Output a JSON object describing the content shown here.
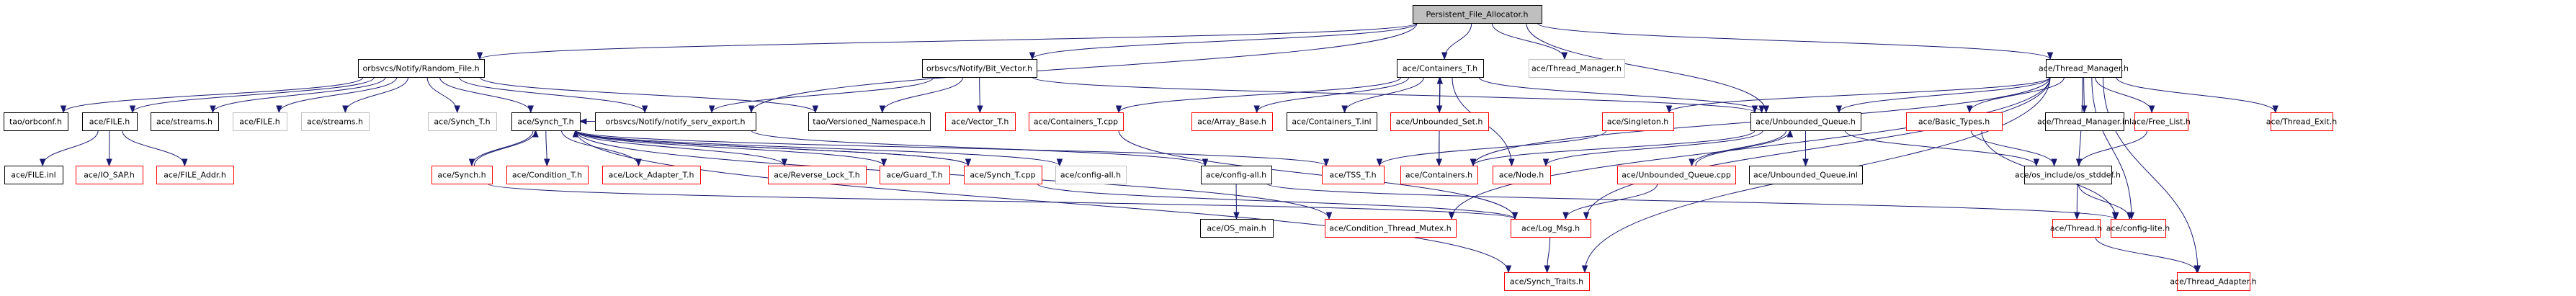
{
  "title": "Persistent_File_Allocator.h",
  "colors": {
    "edge": "#191970",
    "documented_border": "#000000",
    "truncated_border": "#ff0000",
    "undocumented_border": "#bfbfbf",
    "root_fill": "#bfbfbf"
  },
  "nodes": [
    {
      "id": "root",
      "label": "Persistent_File_Allocator.h",
      "kind": "root"
    },
    {
      "id": "random_file",
      "label": "orbsvcs/Notify/Random_File.h",
      "kind": "black"
    },
    {
      "id": "bit_vector",
      "label": "orbsvcs/Notify/Bit_Vector.h",
      "kind": "black"
    },
    {
      "id": "containers_t_h",
      "label": "ace/Containers_T.h",
      "kind": "black"
    },
    {
      "id": "thread_manager_gray",
      "label": "ace/Thread_Manager.h",
      "kind": "gray"
    },
    {
      "id": "thread_manager",
      "label": "ace/Thread_Manager.h",
      "kind": "black"
    },
    {
      "id": "orbconf",
      "label": "tao/orbconf.h",
      "kind": "black"
    },
    {
      "id": "file_h",
      "label": "ace/FILE.h",
      "kind": "black"
    },
    {
      "id": "streams_h",
      "label": "ace/streams.h",
      "kind": "black"
    },
    {
      "id": "file_h_gray",
      "label": "ace/FILE.h",
      "kind": "gray"
    },
    {
      "id": "streams_h_gray",
      "label": "ace/streams.h",
      "kind": "gray"
    },
    {
      "id": "synch_t_h_gray",
      "label": "ace/Synch_T.h",
      "kind": "gray"
    },
    {
      "id": "synch_t_h",
      "label": "ace/Synch_T.h",
      "kind": "black"
    },
    {
      "id": "notify_serv_export",
      "label": "orbsvcs/Notify/notify_serv_export.h",
      "kind": "black"
    },
    {
      "id": "versioned_namespace",
      "label": "tao/Versioned_Namespace.h",
      "kind": "black"
    },
    {
      "id": "vector_t",
      "label": "ace/Vector_T.h",
      "kind": "red"
    },
    {
      "id": "containers_t_cpp",
      "label": "ace/Containers_T.cpp",
      "kind": "red"
    },
    {
      "id": "array_base",
      "label": "ace/Array_Base.h",
      "kind": "red"
    },
    {
      "id": "containers_t_inl",
      "label": "ace/Containers_T.inl",
      "kind": "black"
    },
    {
      "id": "unbounded_set",
      "label": "ace/Unbounded_Set.h",
      "kind": "red"
    },
    {
      "id": "singleton",
      "label": "ace/Singleton.h",
      "kind": "red"
    },
    {
      "id": "unbounded_queue_h",
      "label": "ace/Unbounded_Queue.h",
      "kind": "black"
    },
    {
      "id": "basic_types",
      "label": "ace/Basic_Types.h",
      "kind": "red"
    },
    {
      "id": "thread_manager_inl",
      "label": "ace/Thread_Manager.inl",
      "kind": "black"
    },
    {
      "id": "free_list",
      "label": "ace/Free_List.h",
      "kind": "red"
    },
    {
      "id": "thread_exit",
      "label": "ace/Thread_Exit.h",
      "kind": "red"
    },
    {
      "id": "file_inl",
      "label": "ace/FILE.inl",
      "kind": "black"
    },
    {
      "id": "io_sap",
      "label": "ace/IO_SAP.h",
      "kind": "red"
    },
    {
      "id": "file_addr",
      "label": "ace/FILE_Addr.h",
      "kind": "red"
    },
    {
      "id": "synch_h",
      "label": "ace/Synch.h",
      "kind": "red"
    },
    {
      "id": "condition_t",
      "label": "ace/Condition_T.h",
      "kind": "red"
    },
    {
      "id": "lock_adapter_t",
      "label": "ace/Lock_Adapter_T.h",
      "kind": "red"
    },
    {
      "id": "reverse_lock_t",
      "label": "ace/Reverse_Lock_T.h",
      "kind": "red"
    },
    {
      "id": "guard_t",
      "label": "ace/Guard_T.h",
      "kind": "red"
    },
    {
      "id": "synch_t_cpp",
      "label": "ace/Synch_T.cpp",
      "kind": "red"
    },
    {
      "id": "config_all_gray",
      "label": "ace/config-all.h",
      "kind": "gray"
    },
    {
      "id": "config_all",
      "label": "ace/config-all.h",
      "kind": "black"
    },
    {
      "id": "tss_t",
      "label": "ace/TSS_T.h",
      "kind": "red"
    },
    {
      "id": "containers_h",
      "label": "ace/Containers.h",
      "kind": "red"
    },
    {
      "id": "node_h",
      "label": "ace/Node.h",
      "kind": "red"
    },
    {
      "id": "unbounded_queue_cpp",
      "label": "ace/Unbounded_Queue.cpp",
      "kind": "red"
    },
    {
      "id": "unbounded_queue_inl",
      "label": "ace/Unbounded_Queue.inl",
      "kind": "black"
    },
    {
      "id": "os_stddef",
      "label": "ace/os_include/os_stddef.h",
      "kind": "black"
    },
    {
      "id": "os_main",
      "label": "ace/OS_main.h",
      "kind": "black"
    },
    {
      "id": "condition_thread_mutex",
      "label": "ace/Condition_Thread_Mutex.h",
      "kind": "red"
    },
    {
      "id": "log_msg",
      "label": "ace/Log_Msg.h",
      "kind": "red"
    },
    {
      "id": "thread_h",
      "label": "ace/Thread.h",
      "kind": "red"
    },
    {
      "id": "config_lite",
      "label": "ace/config-lite.h",
      "kind": "red"
    },
    {
      "id": "synch_traits",
      "label": "ace/Synch_Traits.h",
      "kind": "red"
    },
    {
      "id": "thread_adapter",
      "label": "ace/Thread_Adapter.h",
      "kind": "red"
    }
  ],
  "edges": [
    [
      "root",
      "random_file"
    ],
    [
      "root",
      "bit_vector"
    ],
    [
      "root",
      "containers_t_h"
    ],
    [
      "root",
      "thread_manager_gray"
    ],
    [
      "root",
      "thread_manager"
    ],
    [
      "root",
      "notify_serv_export"
    ],
    [
      "root",
      "unbounded_queue_h"
    ],
    [
      "random_file",
      "orbconf"
    ],
    [
      "random_file",
      "file_h"
    ],
    [
      "random_file",
      "streams_h"
    ],
    [
      "random_file",
      "file_h_gray"
    ],
    [
      "random_file",
      "streams_h_gray"
    ],
    [
      "random_file",
      "synch_t_h_gray"
    ],
    [
      "random_file",
      "synch_t_h"
    ],
    [
      "random_file",
      "notify_serv_export"
    ],
    [
      "random_file",
      "versioned_namespace"
    ],
    [
      "bit_vector",
      "notify_serv_export"
    ],
    [
      "bit_vector",
      "versioned_namespace"
    ],
    [
      "bit_vector",
      "vector_t"
    ],
    [
      "bit_vector",
      "unbounded_queue_h"
    ],
    [
      "file_h",
      "file_inl"
    ],
    [
      "file_h",
      "io_sap"
    ],
    [
      "file_h",
      "file_addr"
    ],
    [
      "synch_t_h",
      "synch_h"
    ],
    [
      "synch_h",
      "synch_t_h"
    ],
    [
      "synch_t_h",
      "condition_t"
    ],
    [
      "synch_t_h",
      "lock_adapter_t"
    ],
    [
      "synch_t_h",
      "reverse_lock_t"
    ],
    [
      "synch_t_h",
      "guard_t"
    ],
    [
      "synch_t_h",
      "synch_t_cpp"
    ],
    [
      "synch_t_h",
      "config_all_gray"
    ],
    [
      "synch_t_h",
      "tss_t"
    ],
    [
      "synch_t_h",
      "condition_thread_mutex"
    ],
    [
      "synch_t_h",
      "synch_traits"
    ],
    [
      "synch_t_cpp",
      "synch_t_h"
    ],
    [
      "synch_t_cpp",
      "log_msg"
    ],
    [
      "synch_h",
      "log_msg"
    ],
    [
      "notify_serv_export",
      "config_all"
    ],
    [
      "notify_serv_export",
      "synch_t_h"
    ],
    [
      "config_all",
      "os_main"
    ],
    [
      "config_all",
      "config_lite"
    ],
    [
      "containers_t_h",
      "containers_t_cpp"
    ],
    [
      "containers_t_h",
      "array_base"
    ],
    [
      "containers_t_h",
      "containers_t_inl"
    ],
    [
      "containers_t_h",
      "unbounded_set"
    ],
    [
      "containers_t_h",
      "containers_h"
    ],
    [
      "containers_h",
      "containers_t_h"
    ],
    [
      "containers_t_h",
      "unbounded_queue_h"
    ],
    [
      "containers_t_h",
      "node_h"
    ],
    [
      "containers_t_cpp",
      "log_msg"
    ],
    [
      "singleton",
      "tss_t"
    ],
    [
      "unbounded_queue_h",
      "containers_h"
    ],
    [
      "unbounded_queue_h",
      "node_h"
    ],
    [
      "unbounded_queue_h",
      "unbounded_queue_cpp"
    ],
    [
      "unbounded_queue_cpp",
      "unbounded_queue_h"
    ],
    [
      "unbounded_queue_h",
      "unbounded_queue_inl"
    ],
    [
      "unbounded_queue_h",
      "os_stddef"
    ],
    [
      "unbounded_queue_cpp",
      "log_msg"
    ],
    [
      "thread_manager",
      "singleton"
    ],
    [
      "thread_manager",
      "unbounded_queue_h"
    ],
    [
      "thread_manager",
      "basic_types"
    ],
    [
      "thread_manager",
      "thread_manager_inl"
    ],
    [
      "thread_manager",
      "free_list"
    ],
    [
      "thread_manager",
      "thread_exit"
    ],
    [
      "thread_manager",
      "containers_h"
    ],
    [
      "thread_manager",
      "condition_thread_mutex"
    ],
    [
      "thread_manager",
      "thread_h"
    ],
    [
      "thread_manager",
      "config_lite"
    ],
    [
      "thread_manager",
      "thread_adapter"
    ],
    [
      "thread_manager",
      "log_msg"
    ],
    [
      "thread_manager",
      "synch_traits"
    ],
    [
      "basic_types",
      "os_stddef"
    ],
    [
      "basic_types",
      "config_lite"
    ],
    [
      "free_list",
      "os_stddef"
    ],
    [
      "os_stddef",
      "config_lite"
    ],
    [
      "log_msg",
      "synch_traits"
    ],
    [
      "thread_h",
      "thread_adapter"
    ]
  ]
}
